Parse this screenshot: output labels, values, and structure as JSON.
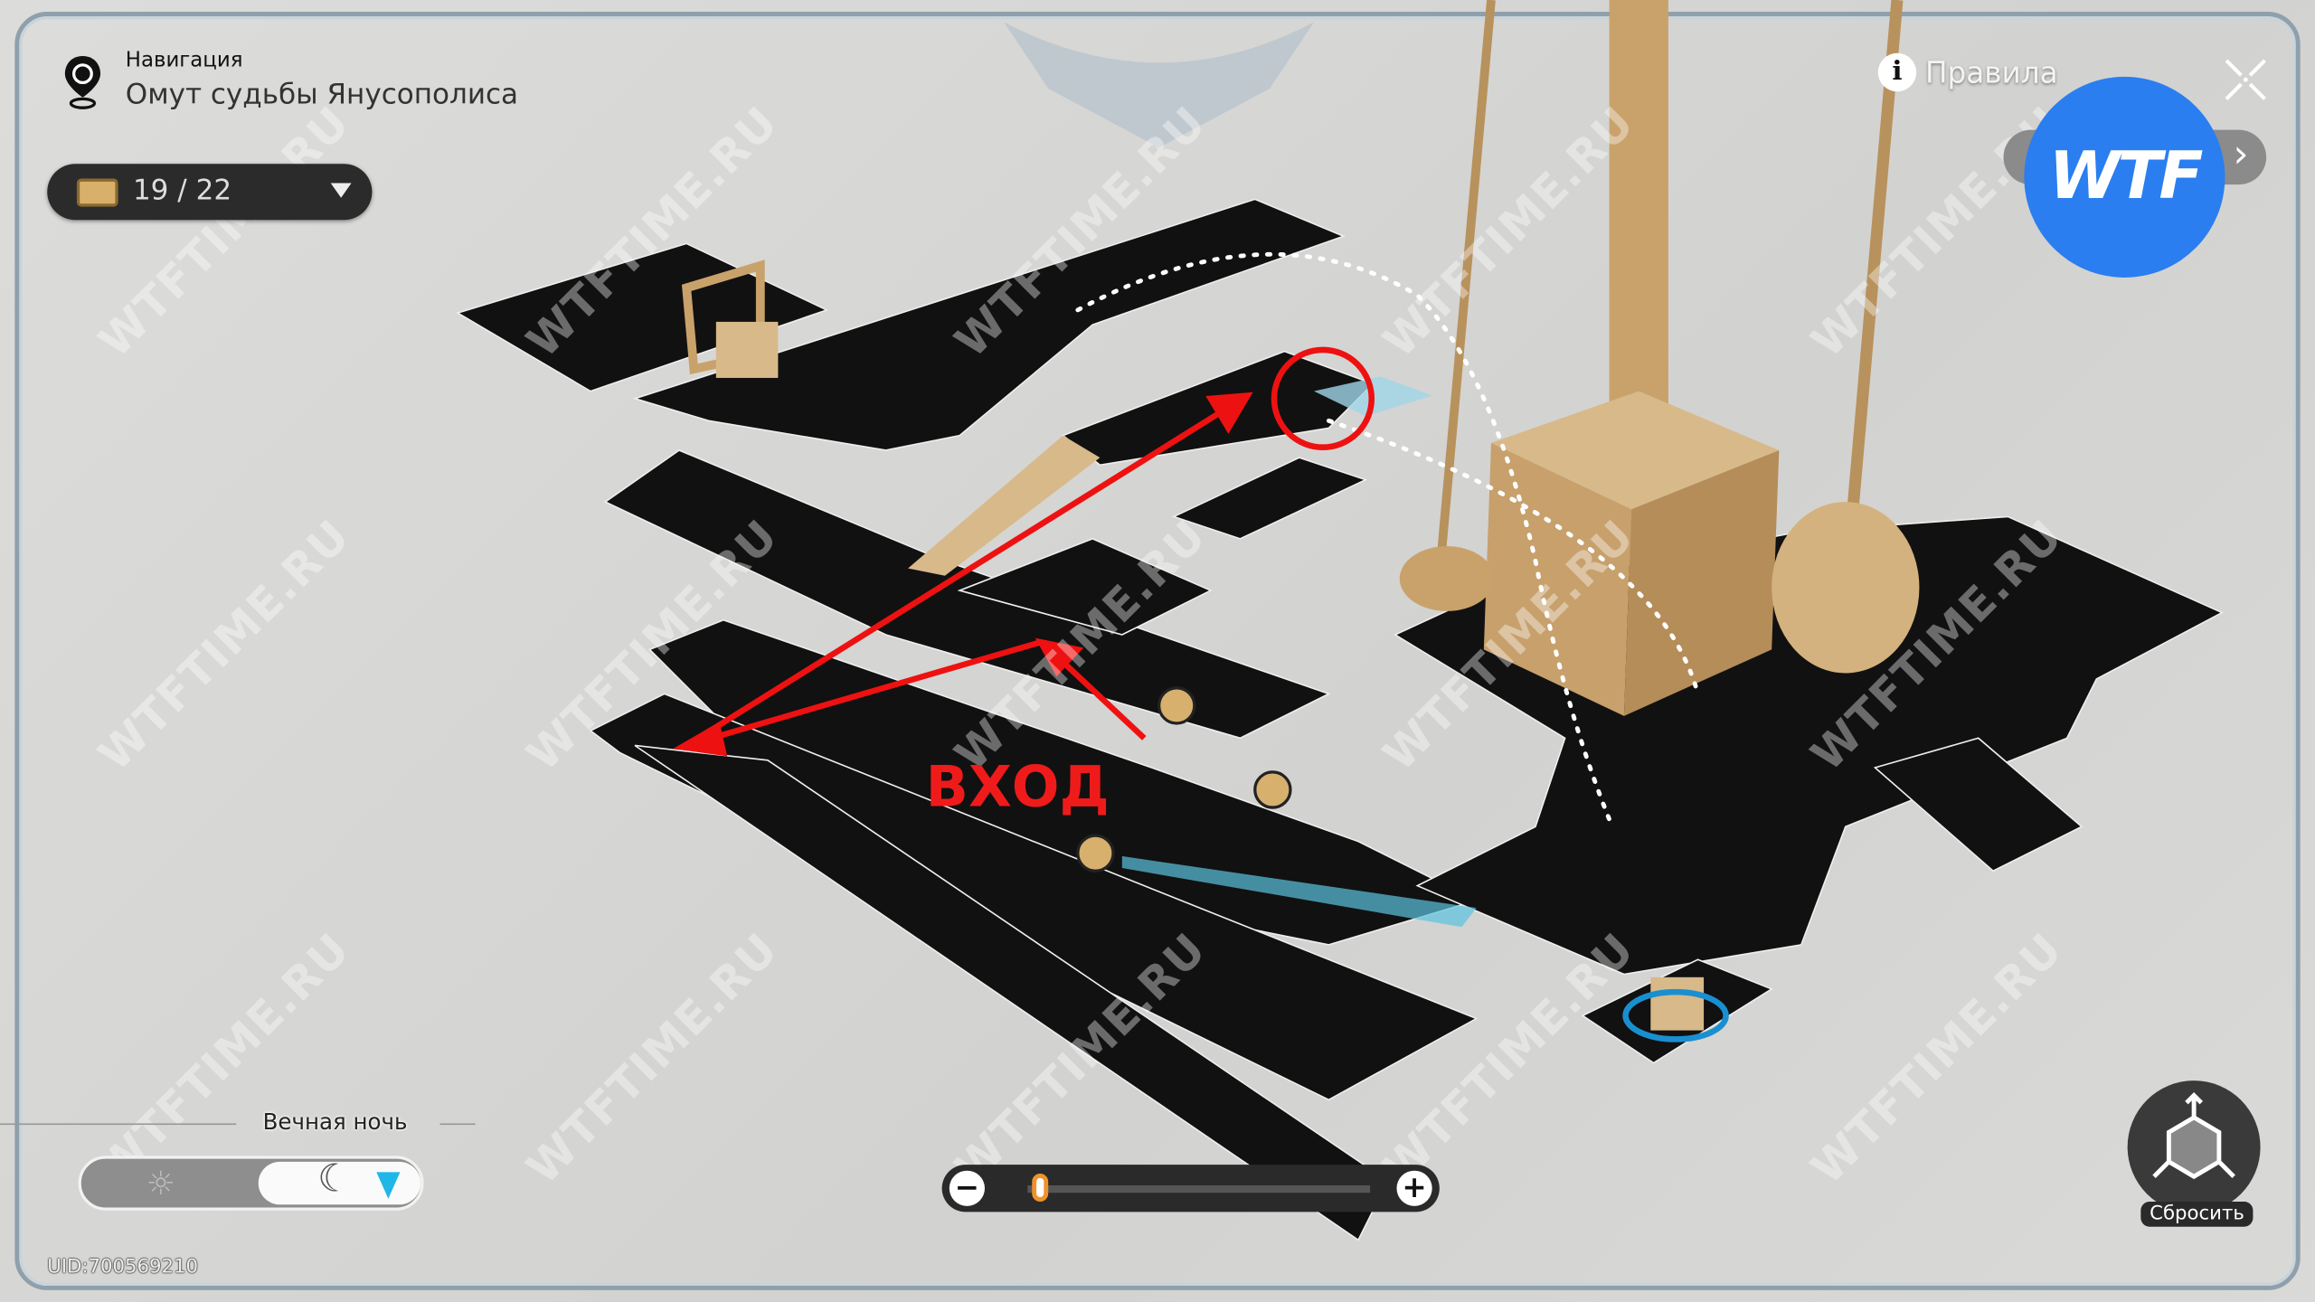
{
  "header": {
    "label": "Навигация",
    "location": "Омут судьбы Янусополиса",
    "icon": "map-pin-icon"
  },
  "chest": {
    "count": "19 / 22",
    "icon": "treasure-chest-icon"
  },
  "rules": {
    "icon_text": "i",
    "label": "Правила"
  },
  "close": {
    "icon": "close-icon"
  },
  "next": {
    "icon": "chevron-right-icon",
    "glyph": "›"
  },
  "watermark_logo": "WTF",
  "watermark_text": "WTFTIME.RU",
  "mode": {
    "label": "Вечная ночь",
    "options": [
      "day",
      "night"
    ],
    "selected": "night"
  },
  "uid": "UID:700569210",
  "zoom": {
    "minus": "−",
    "plus": "+",
    "level": 0.03,
    "accent": "#f0922a"
  },
  "reset": {
    "label": "Сбросить"
  },
  "annotation": {
    "label": "ВХОД",
    "color": "#ef1b1b"
  }
}
